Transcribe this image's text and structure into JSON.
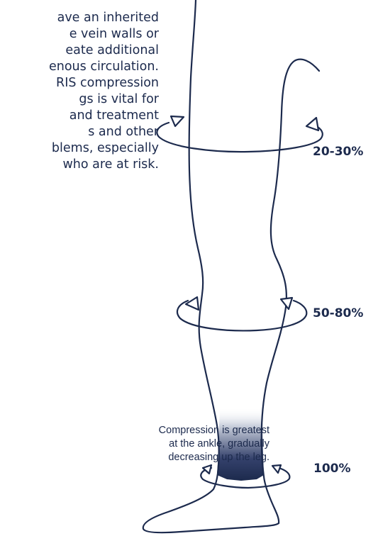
{
  "intro_lines": [
    "ave an inherited",
    "e vein walls or",
    "eate additional",
    "enous circulation.",
    "RIS compression",
    "gs is vital for",
    "and treatment",
    "s and other",
    "blems, especially",
    "who are at risk."
  ],
  "compression_levels": {
    "thigh": "20-30%",
    "calf": "50-80%",
    "ankle": "100%"
  },
  "caption_lines": [
    "Compression is greatest",
    "at the ankle, gradually",
    "decreasing up the leg."
  ],
  "colors": {
    "ink": "#1c2a4d",
    "gradient_top": "#ffffff",
    "gradient_bottom": "#1c2a4d"
  },
  "icons": [
    "rotation-arrow-icon"
  ]
}
